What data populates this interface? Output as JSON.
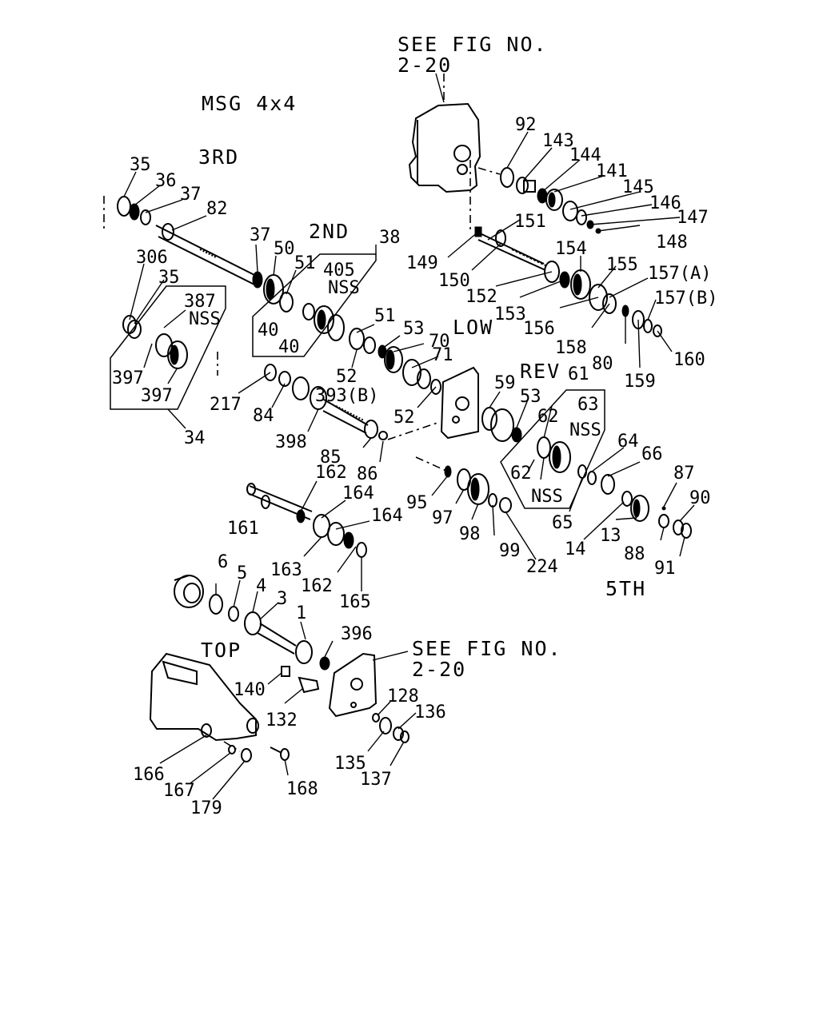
{
  "headers": {
    "see_fig_top_1": "SEE FIG NO.",
    "see_fig_top_2": "2-20",
    "model": "MSG 4x4",
    "gear_3rd": "3RD",
    "gear_2nd": "2ND",
    "gear_low": "LOW",
    "gear_rev": "REV",
    "gear_5th": "5TH",
    "top": "TOP",
    "see_fig_bot_1": "SEE FIG NO.",
    "see_fig_bot_2": "2-20"
  },
  "labels": {
    "l92": "92",
    "l143": "143",
    "l144": "144",
    "l141": "141",
    "l145": "145",
    "l146": "146",
    "l147": "147",
    "l148": "148",
    "l151": "151",
    "l149": "149",
    "l150": "150",
    "l154": "154",
    "l152": "152",
    "l153": "153",
    "l155": "155",
    "l157a": "157(A)",
    "l157b": "157(B)",
    "l156": "156",
    "l158": "158",
    "l80": "80",
    "l159": "159",
    "l160": "160",
    "l35a": "35",
    "l36": "36",
    "l37a": "37",
    "l82": "82",
    "l37b": "37",
    "l50": "50",
    "l51a": "51",
    "l38": "38",
    "l405": "405",
    "nss1": "NSS",
    "l40a": "40",
    "l40b": "40",
    "l306": "306",
    "l35b": "35",
    "l387": "387",
    "nss2": "NSS",
    "l397a": "397",
    "l397b": "397",
    "l34": "34",
    "l51b": "51",
    "l53a": "53",
    "l70": "70",
    "l71": "71",
    "l52a": "52",
    "l393b": "393(B)",
    "l52b": "52",
    "l217": "217",
    "l84": "84",
    "l398": "398",
    "l85": "85",
    "l86": "86",
    "l59": "59",
    "l61": "61",
    "l53b": "53",
    "l63": "63",
    "l62a": "62",
    "nss3": "NSS",
    "l62b": "62",
    "nss4": "NSS",
    "l64": "64",
    "l66": "66",
    "l87": "87",
    "l90": "90",
    "l95": "95",
    "l97": "97",
    "l98": "98",
    "l99": "99",
    "l224": "224",
    "l65": "65",
    "l14": "14",
    "l13": "13",
    "l88": "88",
    "l91": "91",
    "l162a": "162",
    "l164a": "164",
    "l164b": "164",
    "l161": "161",
    "l163": "163",
    "l162b": "162",
    "l165": "165",
    "l6": "6",
    "l5": "5",
    "l4": "4",
    "l3": "3",
    "l1": "1",
    "l396": "396",
    "l140": "140",
    "l132": "132",
    "l128": "128",
    "l136": "136",
    "l135": "135",
    "l137": "137",
    "l166": "166",
    "l167": "167",
    "l179": "179",
    "l168": "168"
  }
}
